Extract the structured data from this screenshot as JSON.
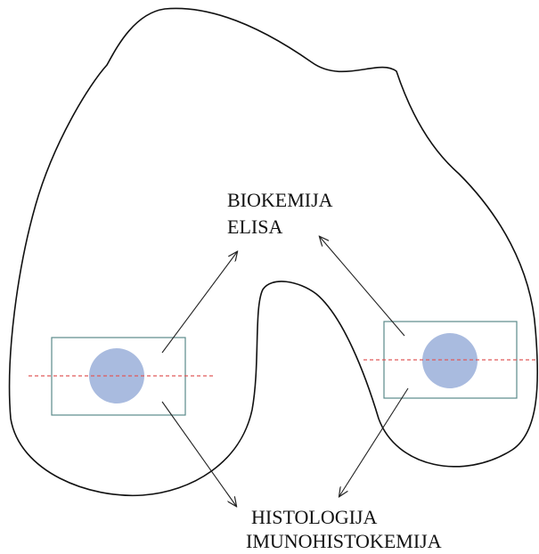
{
  "labels": {
    "top_line1": "BIOKEMIJA",
    "top_line2": "ELISA",
    "bottom_line1": "HISTOLOGIJA",
    "bottom_line2": "IMUNOHISTOKEMIJA"
  },
  "colors": {
    "outline": "#111111",
    "box_stroke": "#5b8a8a",
    "sample_circle": "#a9bbdf",
    "cut_line": "#e05a5a",
    "arrow": "#222222"
  }
}
